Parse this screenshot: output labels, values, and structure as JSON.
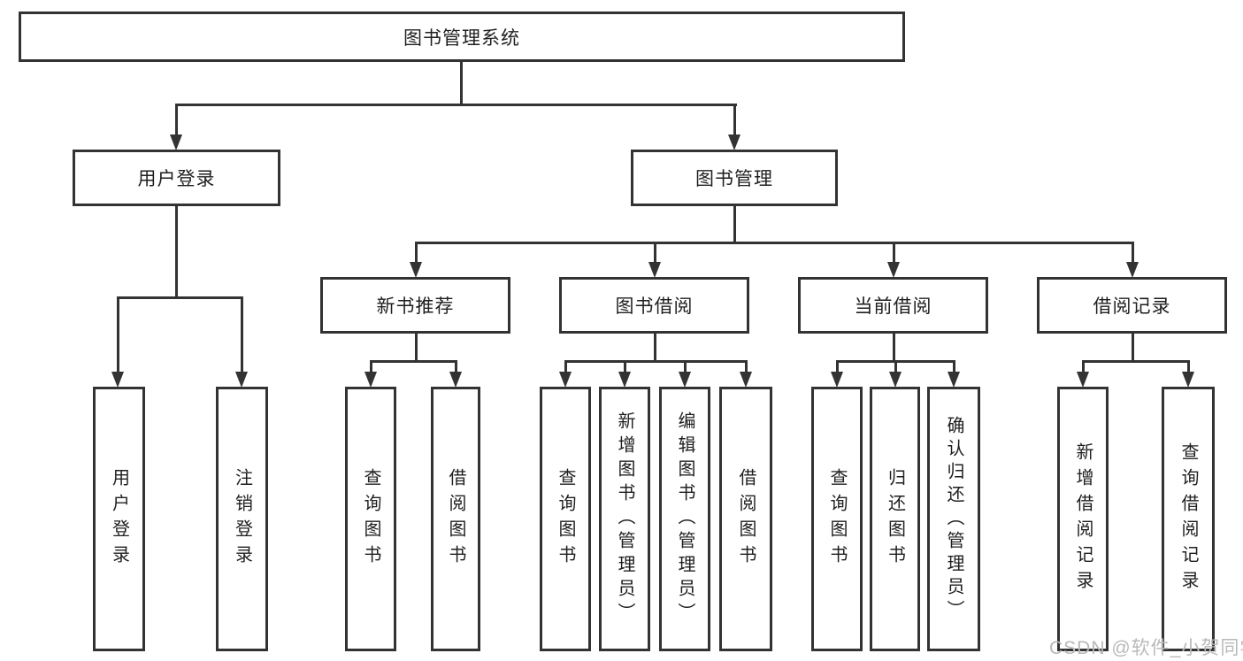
{
  "tree": {
    "root": "图书管理系统",
    "user_login": {
      "label": "用户登录",
      "children": {
        "login": "用户登录",
        "logout": "注销登录"
      }
    },
    "book_management": {
      "label": "图书管理",
      "children": {
        "new_book_recommend": {
          "label": "新书推荐",
          "children": {
            "query_books": "查询图书",
            "borrow_books": "借阅图书"
          }
        },
        "book_borrowing": {
          "label": "图书借阅",
          "children": {
            "query_books": "查询图书",
            "add_books": "新增图书（管理员）",
            "edit_books": "编辑图书（管理员）",
            "borrow_books": "借阅图书"
          }
        },
        "current_borrowing": {
          "label": "当前借阅",
          "children": {
            "query_books": "查询图书",
            "return_books": "归还图书",
            "confirm_return": "确认归还（管理员）"
          }
        },
        "borrowing_records": {
          "label": "借阅记录",
          "children": {
            "add_record": "新增借阅记录",
            "query_record": "查询借阅记录"
          }
        }
      }
    }
  },
  "watermark": "CSDN @软件_小贺同学",
  "colors": {
    "line": "#333333",
    "text": "#1f1f1f",
    "watermark": "#b9b9b9",
    "background": "#ffffff"
  }
}
